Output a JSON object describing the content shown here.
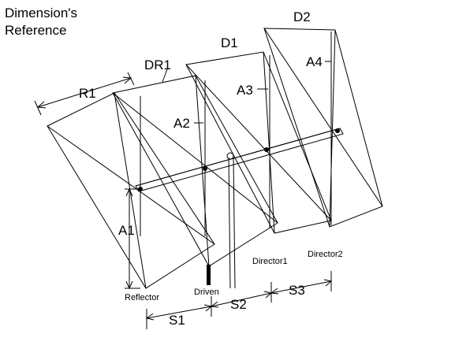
{
  "title": {
    "line1": "Dimension's",
    "line2": "Reference"
  },
  "dimensions": {
    "R1": "R1",
    "DR1": "DR1",
    "D1": "D1",
    "D2": "D2",
    "A1": "A1",
    "A2": "A2",
    "A3": "A3",
    "A4": "A4",
    "S1": "S1",
    "S2": "S2",
    "S3": "S3"
  },
  "elements": {
    "reflector": "Reflector",
    "driven": "Driven",
    "director1": "Director1",
    "director2": "Director2"
  }
}
